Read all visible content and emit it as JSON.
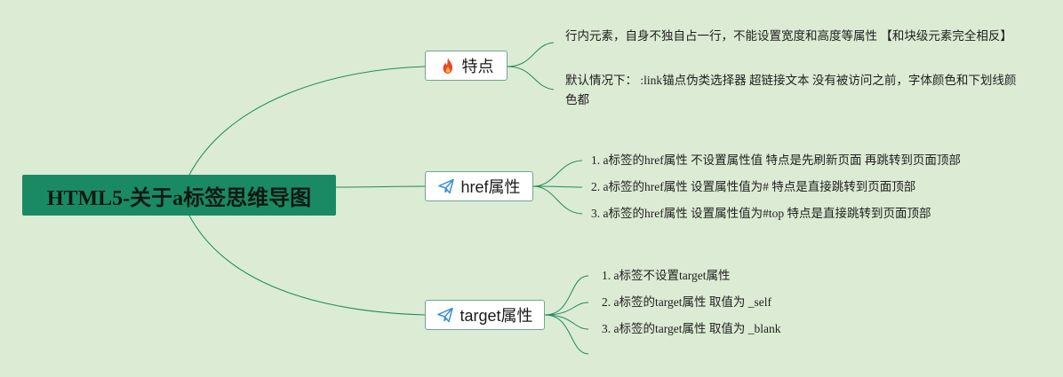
{
  "root": {
    "label": "HTML5-关于a标签思维导图"
  },
  "branches": [
    {
      "label": "特点",
      "icon": "fire-icon",
      "items": [
        "行内元素，自身不独自占一行，不能设置宽度和高度等属性 【和块级元素完全相反】",
        "默认情况下： :link锚点伪类选择器 超链接文本 没有被访问之前，字体颜色和下划线颜色都"
      ]
    },
    {
      "label": "href属性",
      "icon": "paper-plane-icon",
      "items": [
        "1. a标签的href属性 不设置属性值 特点是先刷新页面 再跳转到页面顶部",
        "2. a标签的href属性 设置属性值为# 特点是直接跳转到页面顶部",
        "3. a标签的href属性 设置属性值为#top 特点是直接跳转到页面顶部"
      ]
    },
    {
      "label": "target属性",
      "icon": "paper-plane-icon",
      "items": [
        "1. a标签不设置target属性",
        "2. a标签的target属性 取值为 _self",
        "3. a标签的target属性 取值为 _blank"
      ]
    }
  ],
  "colors": {
    "background": "#dcebd3",
    "root_fill": "#1a8a64",
    "connector": "#1f8a5e",
    "branch_border": "#6fa595",
    "fire": "#e8452c",
    "plane": "#3a8fd6"
  }
}
